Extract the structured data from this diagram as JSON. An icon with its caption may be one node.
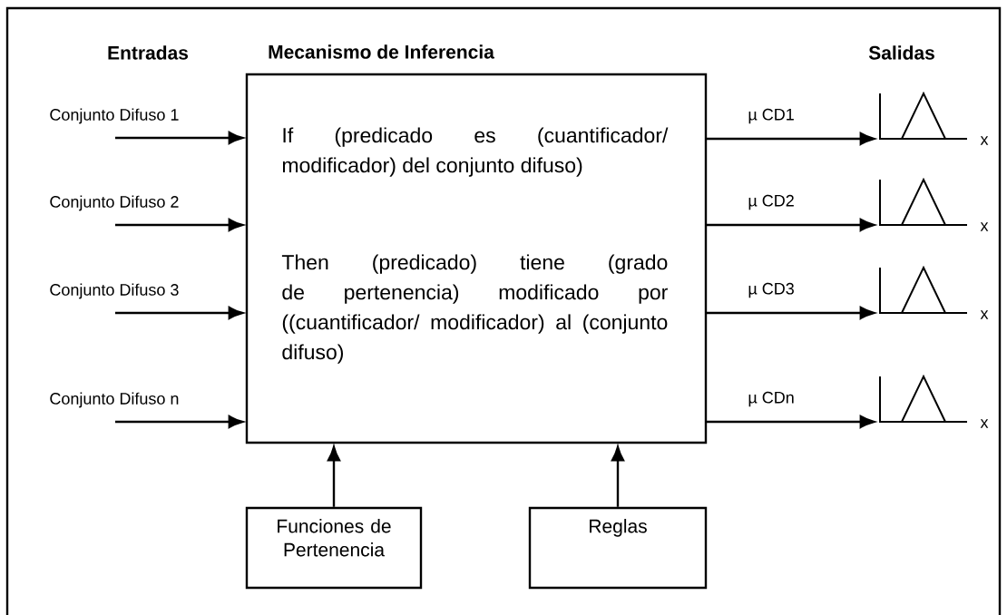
{
  "diagram": {
    "nodes": [
      {
        "text": [
          "Mecanismo de Inferencia",
          "If (predicado es (cuantificador/ modificador) del conjunto difuso)",
          "Then (predicado) tiene (grado de pertenencia) modificado por ((cuantificador/ modificador) al (conjunto difuso)"
        ]
      },
      {
        "text": [
          "Funciones de Pertenencia"
        ]
      },
      {
        "text": [
          "Reglas"
        ]
      },
      {
        "text": [],
        "shape": "picture",
        "beside": [
          "x"
        ]
      },
      {
        "text": [],
        "shape": "picture",
        "beside": [
          "x"
        ]
      },
      {
        "text": [],
        "shape": "picture",
        "beside": [
          "x"
        ]
      },
      {
        "text": [],
        "shape": "picture",
        "beside": [
          "x"
        ]
      }
    ],
    "edges": [
      {
        "from": null,
        "to": 0,
        "arrow": "to",
        "label": "Conjunto Difuso 1"
      },
      {
        "from": null,
        "to": 0,
        "arrow": "to",
        "label": "Conjunto Difuso 2"
      },
      {
        "from": null,
        "to": 0,
        "arrow": "to",
        "label": "Conjunto Difuso 3"
      },
      {
        "from": null,
        "to": 0,
        "arrow": "to",
        "label": "Conjunto Difuso n"
      },
      {
        "from": 0,
        "to": 3,
        "arrow": "to",
        "label": "µ CD1"
      },
      {
        "from": 0,
        "to": 4,
        "arrow": "to",
        "label": "µ CD2"
      },
      {
        "from": 0,
        "to": 5,
        "arrow": "to",
        "label": "µ CD3"
      },
      {
        "from": 0,
        "to": 6,
        "arrow": "to",
        "label": "µ CDn"
      },
      {
        "from": 1,
        "to": 0,
        "arrow": "to"
      },
      {
        "from": 2,
        "to": 0,
        "arrow": "to"
      }
    ],
    "labels": [
      "Entradas",
      "Salidas"
    ]
  }
}
